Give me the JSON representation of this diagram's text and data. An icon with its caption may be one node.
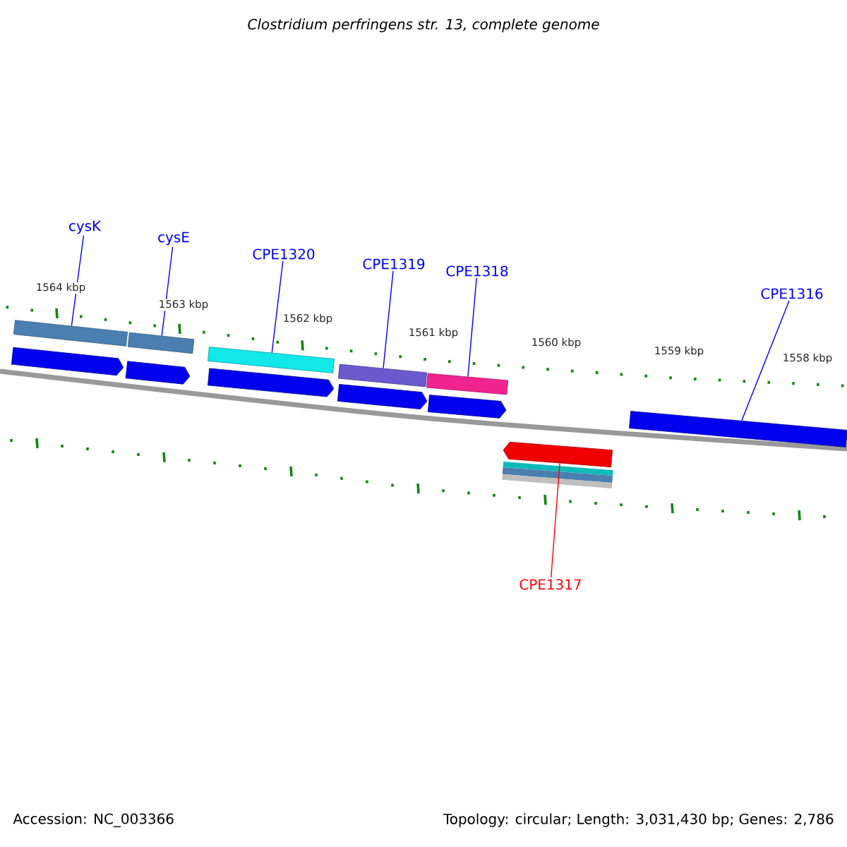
{
  "diagram": {
    "title": "Clostridium perfringens str. 13, complete genome",
    "nodes": [
      {
        "text": [
          "cysK"
        ]
      },
      {
        "text": [
          "cysE"
        ]
      },
      {
        "text": [
          "CPE1320"
        ]
      },
      {
        "text": [
          "CPE1319"
        ]
      },
      {
        "text": [
          "CPE1318"
        ]
      },
      {
        "text": [
          "CPE1316"
        ]
      },
      {
        "text": [],
        "shape": "bar"
      },
      {
        "text": [],
        "shape": "bar"
      },
      {
        "text": [],
        "shape": "bar"
      },
      {
        "text": [],
        "shape": "bar"
      },
      {
        "text": [],
        "shape": "bar"
      },
      {
        "text": [],
        "shape": "bar"
      },
      {
        "text": [],
        "shape": "arrow"
      },
      {
        "text": [
          "CPE1317"
        ]
      }
    ],
    "edges": [
      {
        "from": 0,
        "to": 6,
        "arrow": "none"
      },
      {
        "from": 1,
        "to": 7,
        "arrow": "none"
      },
      {
        "from": 2,
        "to": 8,
        "arrow": "none"
      },
      {
        "from": 3,
        "to": 9,
        "arrow": "none"
      },
      {
        "from": 4,
        "to": 10,
        "arrow": "none"
      },
      {
        "from": 5,
        "to": 11,
        "arrow": "none"
      },
      {
        "from": 13,
        "to": 12,
        "arrow": "none",
        "color": "#ff0000"
      }
    ],
    "labels": [
      "1564 kbp",
      "1563 kbp",
      "1562 kbp",
      "1561 kbp",
      "1560 kbp",
      "1559 kbp",
      "1558 kbp",
      "Accession: NC_003366",
      "Topology: circular; Length: 3,031,430 bp; Genes: 2,786"
    ]
  }
}
